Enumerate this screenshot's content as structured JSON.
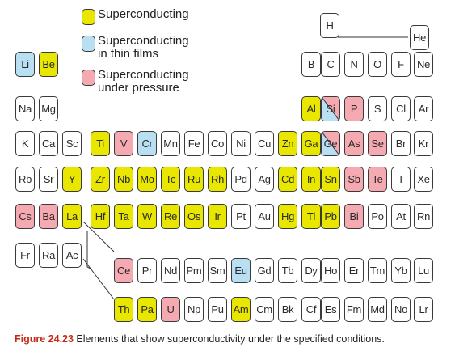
{
  "legend": [
    {
      "key": "sc",
      "line1": "Superconducting",
      "line2": "",
      "color": "#e9e600"
    },
    {
      "key": "film",
      "line1": "Superconducting",
      "line2": "in thin films",
      "color": "#b9dff2"
    },
    {
      "key": "press",
      "line1": "Superconducting",
      "line2": "under pressure",
      "color": "#f5a9b0"
    }
  ],
  "elements": [
    {
      "s": "H",
      "r": 0,
      "c": 0,
      "t": ""
    },
    {
      "s": "He",
      "r": 0,
      "c": 17,
      "t": ""
    },
    {
      "s": "Li",
      "r": 1,
      "c": 0,
      "t": "film"
    },
    {
      "s": "Be",
      "r": 1,
      "c": 1,
      "t": "sc"
    },
    {
      "s": "B",
      "r": 1,
      "c": 12,
      "t": ""
    },
    {
      "s": "C",
      "r": 1,
      "c": 13,
      "t": ""
    },
    {
      "s": "N",
      "r": 1,
      "c": 14,
      "t": ""
    },
    {
      "s": "O",
      "r": 1,
      "c": 15,
      "t": ""
    },
    {
      "s": "F",
      "r": 1,
      "c": 16,
      "t": ""
    },
    {
      "s": "Ne",
      "r": 1,
      "c": 17,
      "t": ""
    },
    {
      "s": "Na",
      "r": 2,
      "c": 0,
      "t": ""
    },
    {
      "s": "Mg",
      "r": 2,
      "c": 1,
      "t": ""
    },
    {
      "s": "Al",
      "r": 2,
      "c": 12,
      "t": "sc"
    },
    {
      "s": "Si",
      "r": 2,
      "c": 13,
      "t": "film-press"
    },
    {
      "s": "P",
      "r": 2,
      "c": 14,
      "t": "press"
    },
    {
      "s": "S",
      "r": 2,
      "c": 15,
      "t": ""
    },
    {
      "s": "Cl",
      "r": 2,
      "c": 16,
      "t": ""
    },
    {
      "s": "Ar",
      "r": 2,
      "c": 17,
      "t": ""
    },
    {
      "s": "K",
      "r": 3,
      "c": 0,
      "t": ""
    },
    {
      "s": "Ca",
      "r": 3,
      "c": 1,
      "t": ""
    },
    {
      "s": "Sc",
      "r": 3,
      "c": 2,
      "t": ""
    },
    {
      "s": "Ti",
      "r": 3,
      "c": 3,
      "t": "sc"
    },
    {
      "s": "V",
      "r": 3,
      "c": 4,
      "t": "press"
    },
    {
      "s": "Cr",
      "r": 3,
      "c": 5,
      "t": "film"
    },
    {
      "s": "Mn",
      "r": 3,
      "c": 6,
      "t": ""
    },
    {
      "s": "Fe",
      "r": 3,
      "c": 7,
      "t": ""
    },
    {
      "s": "Co",
      "r": 3,
      "c": 8,
      "t": ""
    },
    {
      "s": "Ni",
      "r": 3,
      "c": 9,
      "t": ""
    },
    {
      "s": "Cu",
      "r": 3,
      "c": 10,
      "t": ""
    },
    {
      "s": "Zn",
      "r": 3,
      "c": 11,
      "t": "sc"
    },
    {
      "s": "Ga",
      "r": 3,
      "c": 12,
      "t": "sc"
    },
    {
      "s": "Ge",
      "r": 3,
      "c": 13,
      "t": "film-press"
    },
    {
      "s": "As",
      "r": 3,
      "c": 14,
      "t": "press"
    },
    {
      "s": "Se",
      "r": 3,
      "c": 15,
      "t": "press"
    },
    {
      "s": "Br",
      "r": 3,
      "c": 16,
      "t": ""
    },
    {
      "s": "Kr",
      "r": 3,
      "c": 17,
      "t": ""
    },
    {
      "s": "Rb",
      "r": 4,
      "c": 0,
      "t": ""
    },
    {
      "s": "Sr",
      "r": 4,
      "c": 1,
      "t": ""
    },
    {
      "s": "Y",
      "r": 4,
      "c": 2,
      "t": "sc"
    },
    {
      "s": "Zr",
      "r": 4,
      "c": 3,
      "t": "sc"
    },
    {
      "s": "Nb",
      "r": 4,
      "c": 4,
      "t": "sc"
    },
    {
      "s": "Mo",
      "r": 4,
      "c": 5,
      "t": "sc"
    },
    {
      "s": "Tc",
      "r": 4,
      "c": 6,
      "t": "sc"
    },
    {
      "s": "Ru",
      "r": 4,
      "c": 7,
      "t": "sc"
    },
    {
      "s": "Rh",
      "r": 4,
      "c": 8,
      "t": "sc"
    },
    {
      "s": "Pd",
      "r": 4,
      "c": 9,
      "t": ""
    },
    {
      "s": "Ag",
      "r": 4,
      "c": 10,
      "t": ""
    },
    {
      "s": "Cd",
      "r": 4,
      "c": 11,
      "t": "sc"
    },
    {
      "s": "In",
      "r": 4,
      "c": 12,
      "t": "sc"
    },
    {
      "s": "Sn",
      "r": 4,
      "c": 13,
      "t": "sc"
    },
    {
      "s": "Sb",
      "r": 4,
      "c": 14,
      "t": "press"
    },
    {
      "s": "Te",
      "r": 4,
      "c": 15,
      "t": "press"
    },
    {
      "s": "I",
      "r": 4,
      "c": 16,
      "t": ""
    },
    {
      "s": "Xe",
      "r": 4,
      "c": 17,
      "t": ""
    },
    {
      "s": "Cs",
      "r": 5,
      "c": 0,
      "t": "press"
    },
    {
      "s": "Ba",
      "r": 5,
      "c": 1,
      "t": "press"
    },
    {
      "s": "La",
      "r": 5,
      "c": 2,
      "t": "sc"
    },
    {
      "s": "Hf",
      "r": 5,
      "c": 3,
      "t": "sc"
    },
    {
      "s": "Ta",
      "r": 5,
      "c": 4,
      "t": "sc"
    },
    {
      "s": "W",
      "r": 5,
      "c": 5,
      "t": "sc"
    },
    {
      "s": "Re",
      "r": 5,
      "c": 6,
      "t": "sc"
    },
    {
      "s": "Os",
      "r": 5,
      "c": 7,
      "t": "sc"
    },
    {
      "s": "Ir",
      "r": 5,
      "c": 8,
      "t": "sc"
    },
    {
      "s": "Pt",
      "r": 5,
      "c": 9,
      "t": ""
    },
    {
      "s": "Au",
      "r": 5,
      "c": 10,
      "t": ""
    },
    {
      "s": "Hg",
      "r": 5,
      "c": 11,
      "t": "sc"
    },
    {
      "s": "Tl",
      "r": 5,
      "c": 12,
      "t": "sc"
    },
    {
      "s": "Pb",
      "r": 5,
      "c": 13,
      "t": "sc"
    },
    {
      "s": "Bi",
      "r": 5,
      "c": 14,
      "t": "press"
    },
    {
      "s": "Po",
      "r": 5,
      "c": 15,
      "t": ""
    },
    {
      "s": "At",
      "r": 5,
      "c": 16,
      "t": ""
    },
    {
      "s": "Rn",
      "r": 5,
      "c": 17,
      "t": ""
    },
    {
      "s": "Fr",
      "r": 6,
      "c": 0,
      "t": ""
    },
    {
      "s": "Ra",
      "r": 6,
      "c": 1,
      "t": ""
    },
    {
      "s": "Ac",
      "r": 6,
      "c": 2,
      "t": ""
    },
    {
      "s": "Ce",
      "r": 7,
      "c": 4,
      "t": "press"
    },
    {
      "s": "Pr",
      "r": 7,
      "c": 5,
      "t": ""
    },
    {
      "s": "Nd",
      "r": 7,
      "c": 6,
      "t": ""
    },
    {
      "s": "Pm",
      "r": 7,
      "c": 7,
      "t": ""
    },
    {
      "s": "Sm",
      "r": 7,
      "c": 8,
      "t": ""
    },
    {
      "s": "Eu",
      "r": 7,
      "c": 9,
      "t": "film"
    },
    {
      "s": "Gd",
      "r": 7,
      "c": 10,
      "t": ""
    },
    {
      "s": "Tb",
      "r": 7,
      "c": 11,
      "t": ""
    },
    {
      "s": "Dy",
      "r": 7,
      "c": 12,
      "t": ""
    },
    {
      "s": "Ho",
      "r": 7,
      "c": 13,
      "t": ""
    },
    {
      "s": "Er",
      "r": 7,
      "c": 14,
      "t": ""
    },
    {
      "s": "Tm",
      "r": 7,
      "c": 15,
      "t": ""
    },
    {
      "s": "Yb",
      "r": 7,
      "c": 16,
      "t": ""
    },
    {
      "s": "Lu",
      "r": 7,
      "c": 17,
      "t": ""
    },
    {
      "s": "Th",
      "r": 8,
      "c": 4,
      "t": "sc"
    },
    {
      "s": "Pa",
      "r": 8,
      "c": 5,
      "t": "sc"
    },
    {
      "s": "U",
      "r": 8,
      "c": 6,
      "t": "press"
    },
    {
      "s": "Np",
      "r": 8,
      "c": 7,
      "t": ""
    },
    {
      "s": "Pu",
      "r": 8,
      "c": 8,
      "t": ""
    },
    {
      "s": "Am",
      "r": 8,
      "c": 9,
      "t": "sc"
    },
    {
      "s": "Cm",
      "r": 8,
      "c": 10,
      "t": ""
    },
    {
      "s": "Bk",
      "r": 8,
      "c": 11,
      "t": ""
    },
    {
      "s": "Cf",
      "r": 8,
      "c": 12,
      "t": ""
    },
    {
      "s": "Es",
      "r": 8,
      "c": 13,
      "t": ""
    },
    {
      "s": "Fm",
      "r": 8,
      "c": 14,
      "t": ""
    },
    {
      "s": "Md",
      "r": 8,
      "c": 15,
      "t": ""
    },
    {
      "s": "No",
      "r": 8,
      "c": 16,
      "t": ""
    },
    {
      "s": "Lr",
      "r": 8,
      "c": 17,
      "t": ""
    }
  ],
  "caption": {
    "label": "Figure 24.23",
    "text": " Elements that show superconductivity under the specified conditions."
  }
}
